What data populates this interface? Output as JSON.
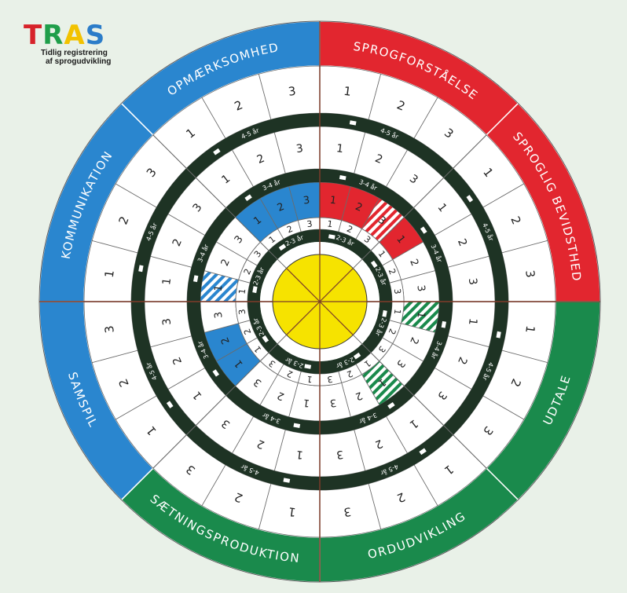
{
  "logo": {
    "letters": [
      {
        "ch": "T",
        "color": "#d7232a"
      },
      {
        "ch": "R",
        "color": "#1f9e4a"
      },
      {
        "ch": "A",
        "color": "#f2c200"
      },
      {
        "ch": "S",
        "color": "#2b7cc9"
      }
    ],
    "subtitle_line1": "Tidlig registrering",
    "subtitle_line2": "af sprogudvikling"
  },
  "colors": {
    "red": "#e2262f",
    "green": "#1a8a4c",
    "blue": "#2a86cf",
    "yellow": "#f6e300",
    "dark_ring": "#1e3324",
    "cell": "#ffffff",
    "divider": "#7a3b2a"
  },
  "domains": [
    {
      "key": "sprogforstaaelse",
      "label": "SPROGFORSTÅELSE",
      "color": "red"
    },
    {
      "key": "sproglig-bevidsthed",
      "label": "SPROGLIG BEVIDSTHED",
      "color": "red"
    },
    {
      "key": "udtale",
      "label": "UDTALE",
      "color": "green"
    },
    {
      "key": "ordudvikling",
      "label": "ORDUDVIKLING",
      "color": "green"
    },
    {
      "key": "saetningsproduktion",
      "label": "SÆTNINGSPRODUKTION",
      "color": "green"
    },
    {
      "key": "samspil",
      "label": "SAMSPIL",
      "color": "blue"
    },
    {
      "key": "kommunikation",
      "label": "KOMMUNIKATION",
      "color": "blue"
    },
    {
      "key": "opmaerksomhed",
      "label": "OPMÆRKSOMHED",
      "color": "blue"
    }
  ],
  "age_bands": {
    "outer": "4-5 år",
    "middle": "3-4 år",
    "inner": "2-3 år"
  },
  "item_numbers": [
    "1",
    "2",
    "3"
  ],
  "filled_items": [
    {
      "domain": "sprogforstaaelse",
      "band": "middle",
      "items": [
        1,
        2
      ]
    },
    {
      "domain": "sprogforstaaelse",
      "band": "middle",
      "items": [
        3
      ],
      "hatched": true
    },
    {
      "domain": "sproglig-bevidsthed",
      "band": "middle",
      "items": [
        1
      ]
    },
    {
      "domain": "udtale",
      "band": "middle",
      "items": [
        1
      ],
      "hatched": true
    },
    {
      "domain": "ordudvikling",
      "band": "middle",
      "items": [
        1
      ],
      "hatched": true
    },
    {
      "domain": "samspil",
      "band": "middle",
      "items": [
        1,
        2
      ]
    },
    {
      "domain": "kommunikation",
      "band": "middle",
      "items": [
        1
      ],
      "hatched": true
    },
    {
      "domain": "opmaerksomhed",
      "band": "middle",
      "items": [
        1,
        2,
        3
      ]
    }
  ]
}
